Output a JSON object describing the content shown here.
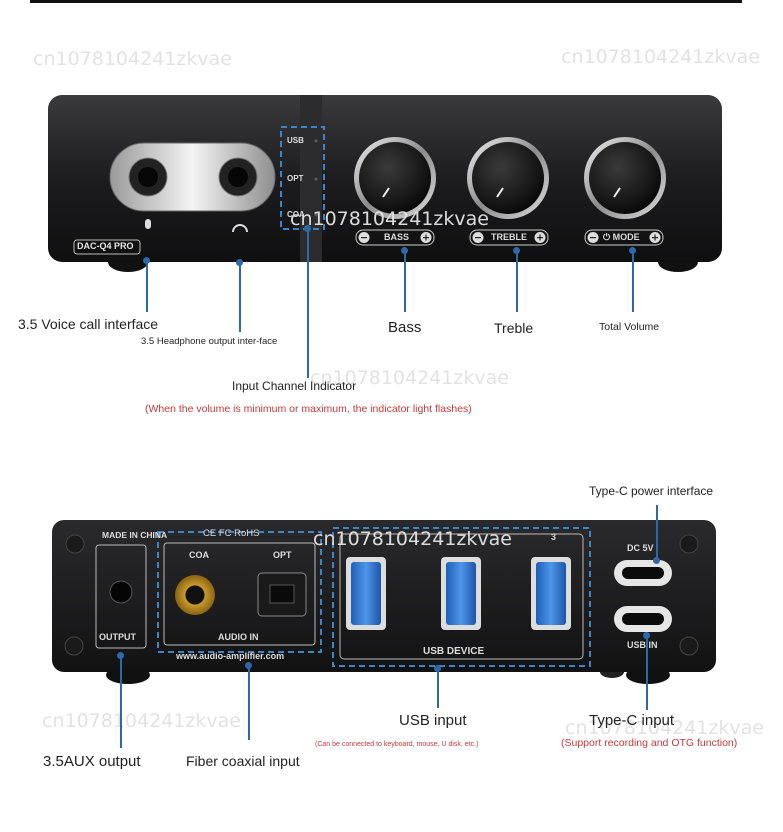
{
  "watermark": "cn1078104241zkvae",
  "front": {
    "model": "DAC-Q4 PRO",
    "channels": [
      "USB",
      "OPT",
      "COA"
    ],
    "knobs": [
      {
        "label": "BASS"
      },
      {
        "label": "TREBLE"
      },
      {
        "label": "MODE"
      }
    ],
    "callouts": {
      "voice": "3.5 Voice call interface",
      "headphone": "3.5 Headphone output inter-face",
      "bass": "Bass",
      "treble": "Treble",
      "volume": "Total Volume",
      "channel": "Input Channel Indicator",
      "channel_note": "(When the volume is minimum or maximum, the indicator light flashes)"
    }
  },
  "rear": {
    "made_in": "MADE IN CHINA",
    "certs": "CE FC RoHS",
    "output": "OUTPUT",
    "coa": "COA",
    "opt": "OPT",
    "audio_in": "AUDIO IN",
    "website": "www.audio-amplifier.com",
    "usb_device": "USB DEVICE",
    "usb_port_3": "3",
    "dc": "DC 5V",
    "usb_in": "USB IN",
    "callouts": {
      "typec_power": "Type-C power interface",
      "usb_input": "USB input",
      "usb_note": "(Can be connected to keyboard, mouse, U disk, etc.)",
      "typec_input": "Type-C input",
      "typec_note": "(Support recording and OTG function)",
      "aux": "3.5AUX output",
      "fiber": "Fiber coaxial input"
    }
  }
}
